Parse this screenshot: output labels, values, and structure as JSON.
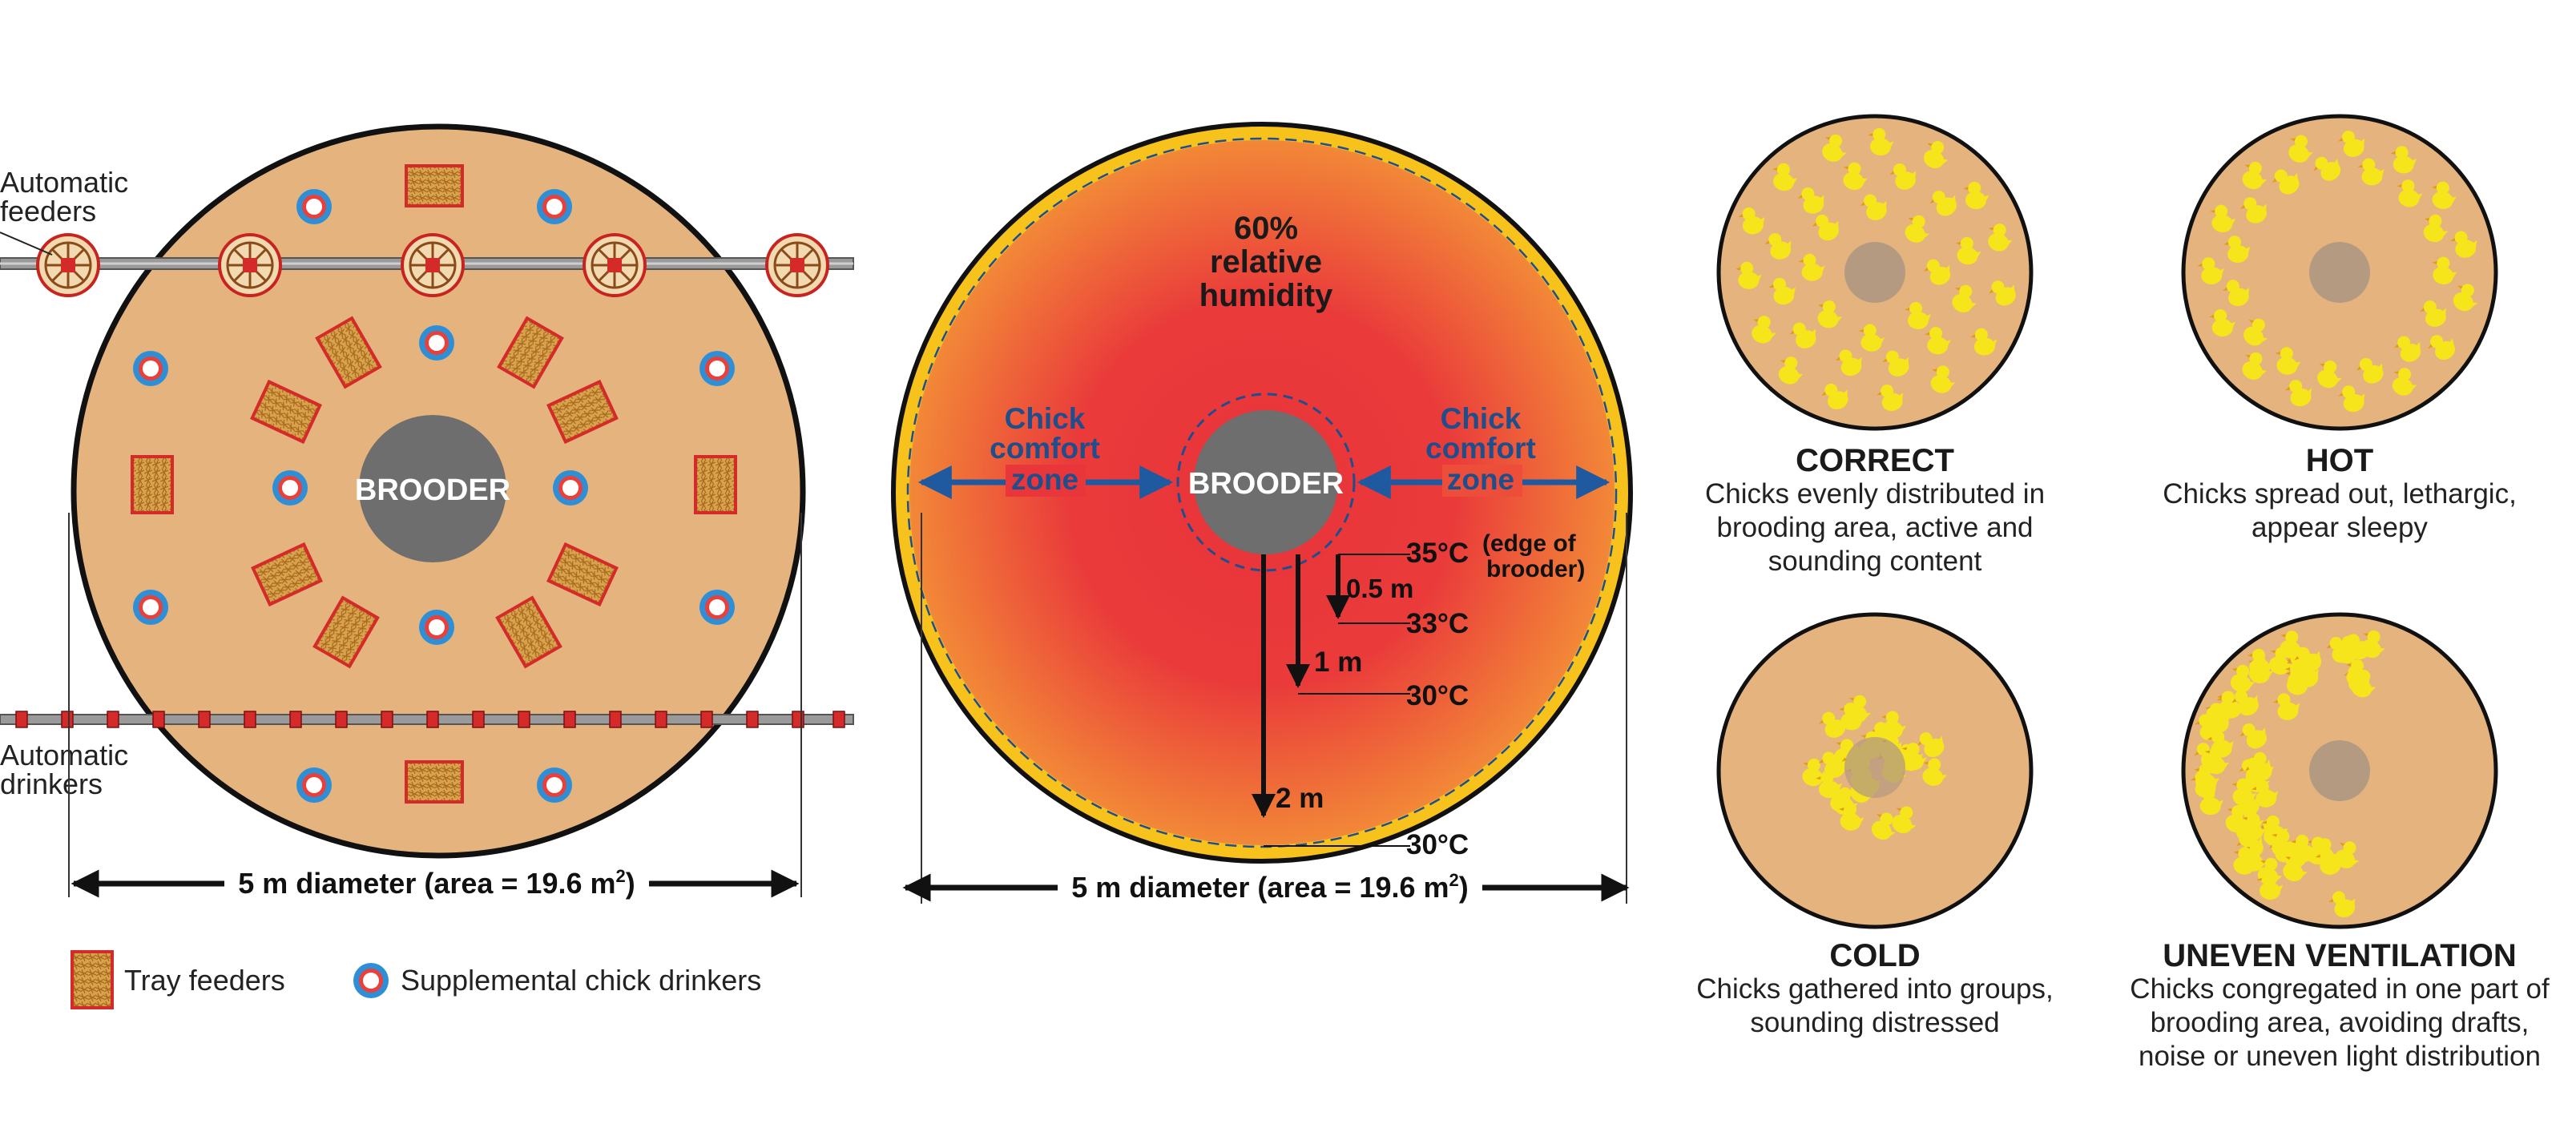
{
  "left_panel": {
    "automatic_feeders": [
      "Automatic",
      "feeders"
    ],
    "automatic_drinkers": [
      "Automatic",
      "drinkers"
    ],
    "brooder_label": "BROODER",
    "diameter_label": "5 m diameter (area = 19.6 m",
    "diameter_sup": "2",
    "diameter_close": ")",
    "legend": {
      "tray_feeders": "Tray feeders",
      "chick_drinkers": "Supplemental chick drinkers"
    }
  },
  "middle_panel": {
    "humidity": [
      "60%",
      "relative",
      "humidity"
    ],
    "comfort_zone": [
      "Chick",
      "comfort",
      "zone"
    ],
    "brooder_label": "BROODER",
    "temp_edge": "35°C",
    "edge_note": [
      "(edge of",
      "brooder)"
    ],
    "dist_05": "0.5 m",
    "temp_05": "33°C",
    "dist_1": "1 m",
    "temp_1": "30°C",
    "dist_2": "2 m",
    "temp_2": "30°C",
    "diameter_label": "5 m diameter (area = 19.6 m",
    "diameter_sup": "2",
    "diameter_close": ")"
  },
  "states": [
    {
      "title": "CORRECT",
      "lines": [
        "Chicks evenly distributed in",
        "brooding area, active and",
        "sounding content"
      ]
    },
    {
      "title": "HOT",
      "lines": [
        "Chicks spread out, lethargic,",
        "appear sleepy"
      ]
    },
    {
      "title": "COLD",
      "lines": [
        "Chicks gathered into groups,",
        "sounding distressed"
      ]
    },
    {
      "title": "UNEVEN VENTILATION",
      "lines": [
        "Chicks congregated in one part of",
        "brooding area, avoiding drafts,",
        "noise or uneven light distribution"
      ]
    }
  ],
  "colors": {
    "floor": "#e5b47e",
    "brooder": "#6e6e6e",
    "heat_center": "#e8333a",
    "heat_edge": "#f07a3a",
    "rim": "#f7c21b",
    "arrow_blue": "#1f5aa0",
    "chick": "#f5e51a",
    "tray_border": "#d42a2a"
  }
}
